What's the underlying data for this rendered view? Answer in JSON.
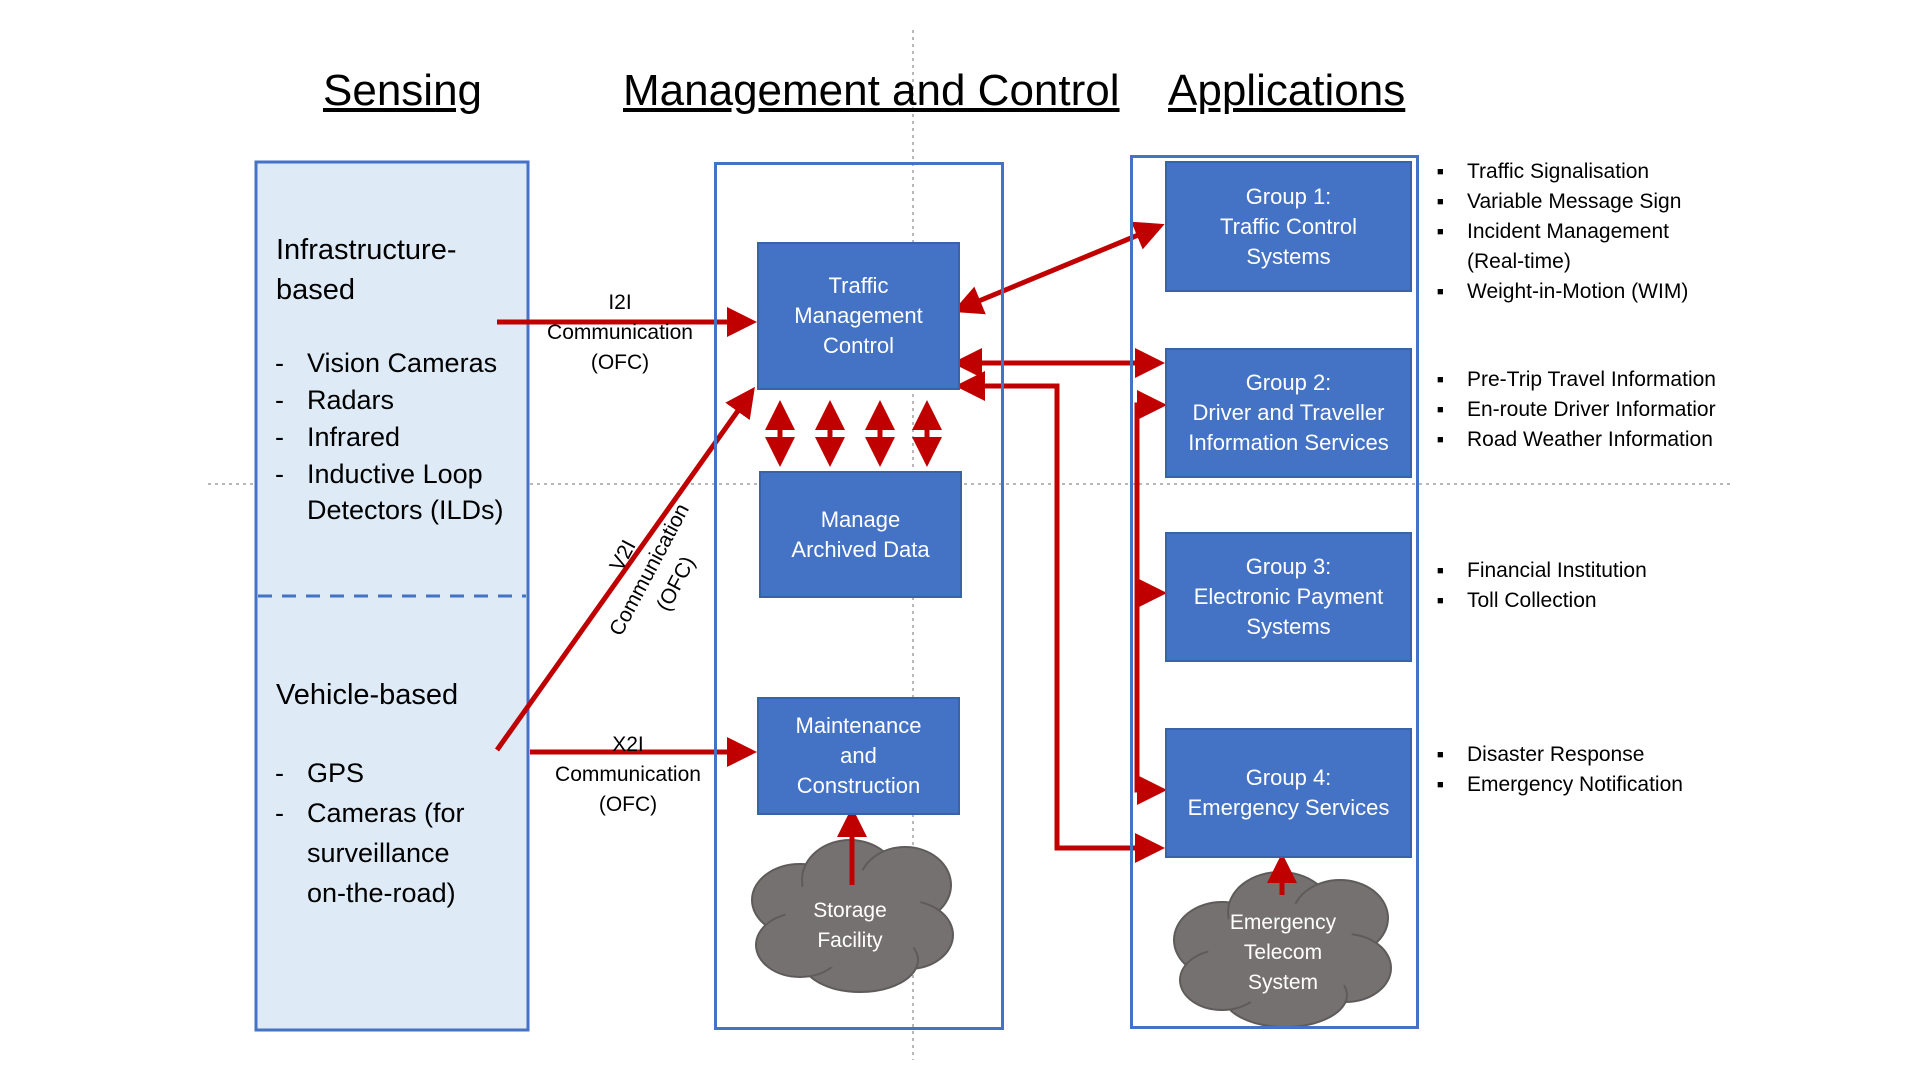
{
  "headings": {
    "sensing": "Sensing",
    "management": "Management and Control",
    "applications": "Applications"
  },
  "sensing": {
    "infrastructure_title": [
      "Infrastructure-",
      "based"
    ],
    "infrastructure_items": [
      "Vision Cameras",
      "Radars",
      "Infrared",
      "Inductive Loop",
      "Detectors (ILDs)"
    ],
    "vehicle_title": "Vehicle-based",
    "vehicle_items": [
      "GPS",
      "Cameras (for",
      "surveillance",
      "on-the-road)"
    ]
  },
  "communications": {
    "i2i": [
      "I2I",
      "Communication",
      "(OFC)"
    ],
    "v2i": [
      "V2I",
      "Communication",
      "(OFC)"
    ],
    "x2i": [
      "X2I",
      "Communication",
      "(OFC)"
    ]
  },
  "management": {
    "traffic": [
      "Traffic",
      "Management",
      "Control"
    ],
    "archived": [
      "Manage",
      "Archived Data"
    ],
    "maintenance": [
      "Maintenance",
      "and",
      "Construction"
    ],
    "storage": [
      "Storage",
      "Facility"
    ]
  },
  "applications": {
    "groups": [
      {
        "lines": [
          "Group 1:",
          "Traffic Control",
          "Systems"
        ],
        "bullets": [
          "Traffic Signalisation",
          "Variable Message Sign",
          "Incident Management",
          "(Real-time)",
          "Weight-in-Motion (WIM)"
        ]
      },
      {
        "lines": [
          "Group 2:",
          "Driver and Traveller",
          "Information Services"
        ],
        "bullets": [
          "Pre-Trip Travel Information",
          "En-route Driver Informatior",
          "Road Weather Information"
        ]
      },
      {
        "lines": [
          "Group 3:",
          "Electronic Payment",
          "Systems"
        ],
        "bullets": [
          "Financial Institution",
          "Toll Collection"
        ]
      },
      {
        "lines": [
          "Group 4:",
          "Emergency Services"
        ],
        "bullets": [
          "Disaster Response",
          "Emergency Notification"
        ]
      }
    ],
    "emergency_telecom": [
      "Emergency",
      "Telecom",
      "System"
    ]
  },
  "colors": {
    "box_fill": "#4472c4",
    "panel_fill": "#deebf7",
    "arrow": "#c00000",
    "cloud": "#767171"
  }
}
